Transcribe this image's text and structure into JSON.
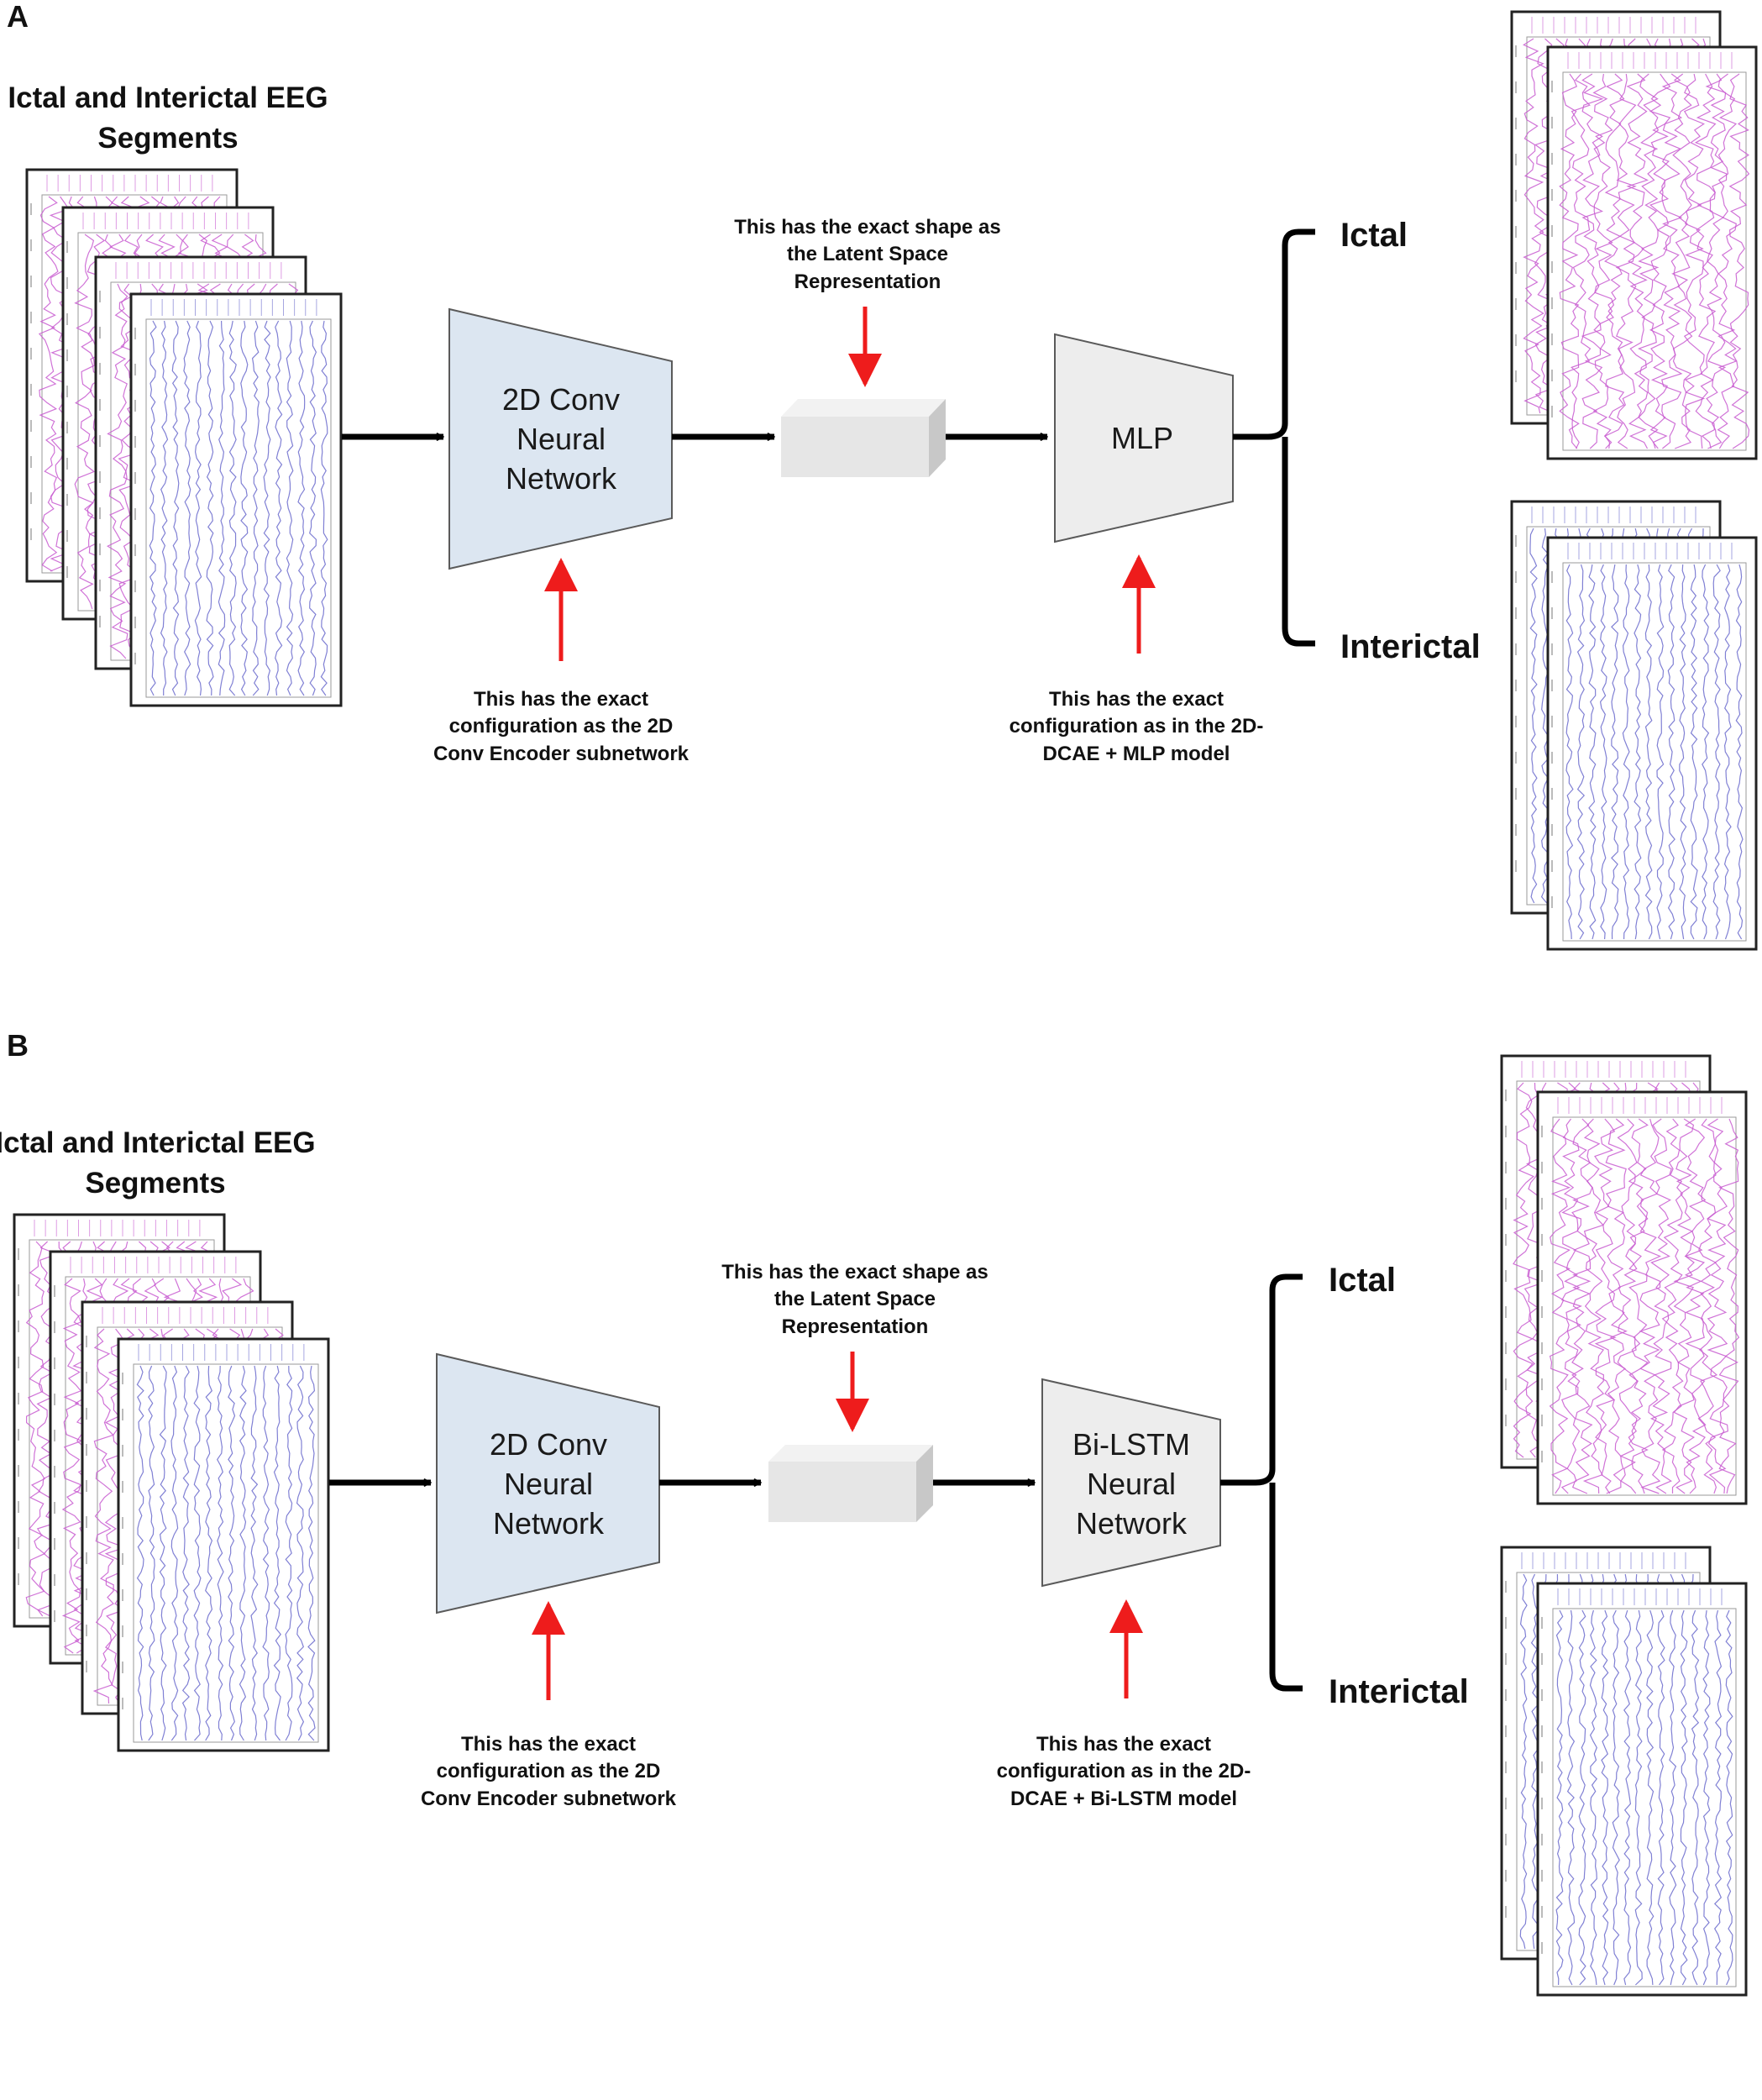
{
  "colors": {
    "encoder_fill": "#dce6f1",
    "mlp_fill": "#ededed",
    "latent_front": "#e6e6e6",
    "latent_side": "#c8c8c8",
    "red_arrow": "#ee1c1c",
    "black_arrow": "#000000",
    "eeg_ictal_trace": "#c85ad0",
    "eeg_interictal_trace": "#6a6acc"
  },
  "panel_a": {
    "letter": "A",
    "input_title_line1": "Ictal and Interictal EEG",
    "input_title_line2": "Segments",
    "encoder_line1": "2D Conv",
    "encoder_line2": "Neural",
    "encoder_line3": "Network",
    "latent_note_line1": "This has the exact shape as",
    "latent_note_line2": "the Latent Space",
    "latent_note_line3": "Representation",
    "classifier_line1": "MLP",
    "encoder_note_line1": "This has the exact",
    "encoder_note_line2": "configuration as the 2D",
    "encoder_note_line3": "Conv Encoder subnetwork",
    "classifier_note_line1": "This has the exact",
    "classifier_note_line2": "configuration as in the 2D-",
    "classifier_note_line3": "DCAE + MLP model",
    "output_ictal": "Ictal",
    "output_interictal": "Interictal"
  },
  "panel_b": {
    "letter": "B",
    "input_title_line1": "Ictal and Interictal EEG",
    "input_title_line2": "Segments",
    "encoder_line1": "2D Conv",
    "encoder_line2": "Neural",
    "encoder_line3": "Network",
    "latent_note_line1": "This has the exact shape as",
    "latent_note_line2": "the Latent Space",
    "latent_note_line3": "Representation",
    "classifier_line1": "Bi-LSTM",
    "classifier_line2": "Neural",
    "classifier_line3": "Network",
    "encoder_note_line1": "This has the exact",
    "encoder_note_line2": "configuration as the 2D",
    "encoder_note_line3": "Conv Encoder subnetwork",
    "classifier_note_line1": "This has the exact",
    "classifier_note_line2": "configuration as in the 2D-",
    "classifier_note_line3": "DCAE + Bi-LSTM model",
    "output_ictal": "Ictal",
    "output_interictal": "Interictal"
  }
}
